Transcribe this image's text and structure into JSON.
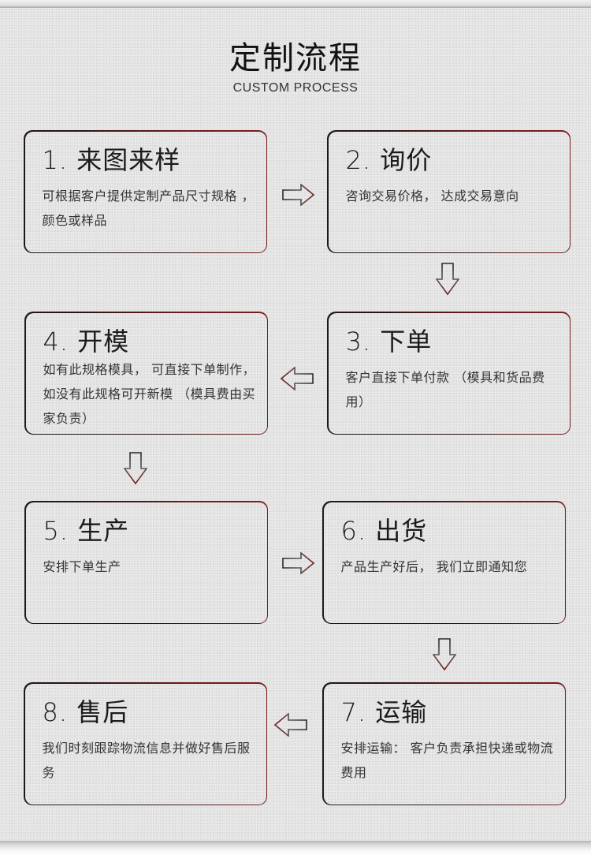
{
  "header": {
    "title": "定制流程",
    "subtitle": "CUSTOM PROCESS"
  },
  "colors": {
    "background": "#e3e3e3",
    "border_dark": "#1a1a1a",
    "border_accent": "#7a1e1e",
    "title_text": "#111111",
    "body_text": "#333333"
  },
  "steps": [
    {
      "title": "1. 来图来样",
      "desc": "可根据客户提供定制产品尺寸规格 ， 颜色或样品"
    },
    {
      "title": "2. 询价",
      "desc": "咨询交易价格， 达成交易意向"
    },
    {
      "title": "3. 下单",
      "desc": "客户直接下单付款 （模具和货品费用）"
    },
    {
      "title": "4. 开模",
      "desc": "如有此规格模具， 可直接下单制作， 如没有此规格可开新模 （模具费由买家负责）"
    },
    {
      "title": "5. 生产",
      "desc": "安排下单生产"
    },
    {
      "title": "6. 出货",
      "desc": "产品生产好后， 我们立即通知您"
    },
    {
      "title": "7. 运输",
      "desc": "安排运输： 客户负责承担快递或物流费用"
    },
    {
      "title": "8. 售后",
      "desc": "我们时刻跟踪物流信息并做好售后服务"
    }
  ],
  "arrows": [
    {
      "from": 1,
      "to": 2,
      "direction": "right",
      "icon": "arrow-right-icon"
    },
    {
      "from": 2,
      "to": 3,
      "direction": "down",
      "icon": "arrow-down-icon"
    },
    {
      "from": 3,
      "to": 4,
      "direction": "left",
      "icon": "arrow-left-icon"
    },
    {
      "from": 4,
      "to": 5,
      "direction": "down",
      "icon": "arrow-down-icon"
    },
    {
      "from": 5,
      "to": 6,
      "direction": "right",
      "icon": "arrow-right-icon"
    },
    {
      "from": 6,
      "to": 7,
      "direction": "down",
      "icon": "arrow-down-icon"
    },
    {
      "from": 7,
      "to": 8,
      "direction": "left",
      "icon": "arrow-left-icon"
    }
  ]
}
